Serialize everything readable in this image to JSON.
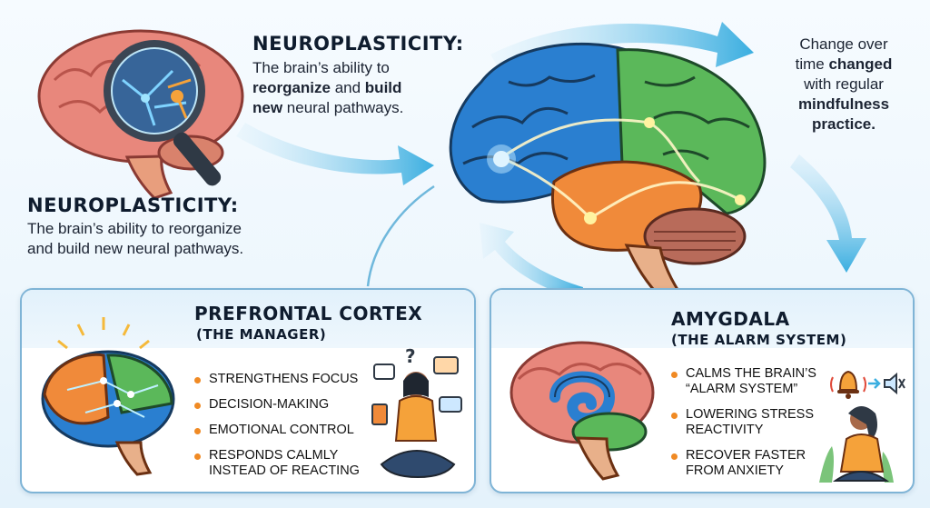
{
  "top_left_note": {
    "title": "NEUROPLASTICITY:",
    "line1": "The brain’s ability to",
    "line2_bold": "reorganize",
    "line2_rest": " and ",
    "line2_bold2": "build",
    "line3_bold": "new",
    "line3_rest": " neural pathways."
  },
  "mid_left_note": {
    "title": "NEUROPLASTICITY:",
    "line1": "The brain’s ability to reorganize",
    "line2": "and build new neural pathways."
  },
  "right_note": {
    "line1": "Change over",
    "line2_a": "time ",
    "line2_bold": "changed",
    "line3": "with regular",
    "line4_bold": "mindfulness",
    "line5_bold": "practice."
  },
  "prefrontal_card": {
    "title": "PREFRONTAL CORTEX",
    "subtitle": "(THE MANAGER)",
    "items": [
      "STRENGTHENS FOCUS",
      "DECISION-MAKING",
      "EMOTIONAL CONTROL",
      "RESPONDS CALMLY",
      "INSTEAD OF REACTING"
    ]
  },
  "amygdala_card": {
    "title": "AMYGDALA",
    "subtitle": "(THE ALARM SYSTEM)",
    "items": [
      "CALMS THE BRAIN’S",
      "“ALARM SYSTEM”",
      "LOWERING STRESS",
      "REACTIVITY",
      "RECOVER FASTER",
      "FROM ANXIETY"
    ]
  },
  "icons": {
    "magnifier": "magnifying-glass-icon",
    "bell": "alarm-bell-icon",
    "mute": "speaker-muted-icon",
    "question": "question-mark-icon"
  },
  "colors": {
    "arrow_blue": "#3aaee0",
    "bullet_orange": "#f08a24",
    "card_border": "#7fb4d6",
    "brain_blue": "#2a7fd0",
    "brain_green": "#5bb85a",
    "brain_orange": "#f08a3a",
    "brain_pink": "#e8877c"
  }
}
